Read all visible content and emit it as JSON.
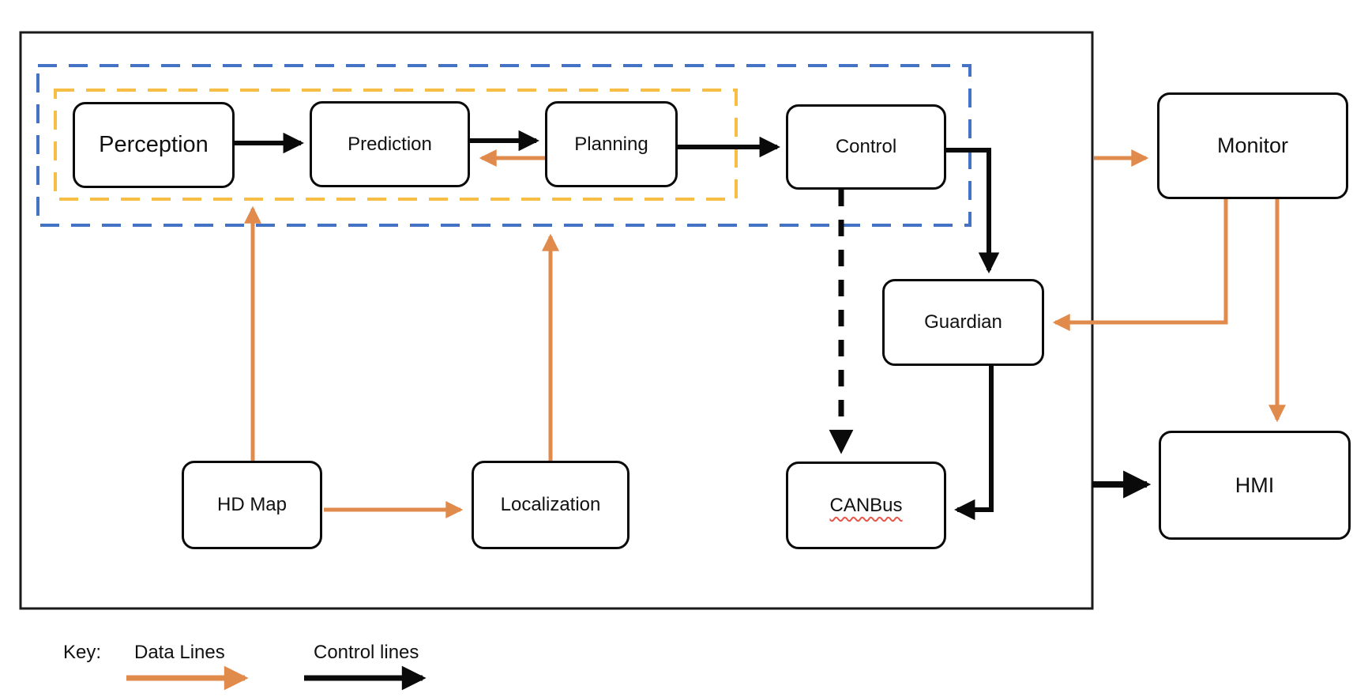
{
  "diagram_type": "architecture-flow-diagram",
  "colors": {
    "data_line": "#E08A4C",
    "control_line": "#0a0a0a",
    "blue_boundary": "#4472C4",
    "yellow_boundary": "#F7BE45",
    "box_border": "#0a0a0a",
    "spellcheck_underline": "#E8564A",
    "background": "#ffffff"
  },
  "nodes": {
    "perception": {
      "label": "Perception"
    },
    "prediction": {
      "label": "Prediction"
    },
    "planning": {
      "label": "Planning"
    },
    "control": {
      "label": "Control"
    },
    "guardian": {
      "label": "Guardian"
    },
    "canbus": {
      "label": "CANBus"
    },
    "hdmap": {
      "label": "HD Map"
    },
    "localization": {
      "label": "Localization"
    },
    "monitor": {
      "label": "Monitor"
    },
    "hmi": {
      "label": "HMI"
    }
  },
  "boundaries": {
    "outer_system_box": "solid black rectangle",
    "blue_dashed_group": "Perception, Prediction, Planning, Control",
    "yellow_dashed_group": "Perception, Prediction, Planning"
  },
  "edges": [
    {
      "from": "Perception",
      "to": "Prediction",
      "type": "control"
    },
    {
      "from": "Prediction",
      "to": "Planning",
      "type": "control"
    },
    {
      "from": "Planning",
      "to": "Prediction",
      "type": "data"
    },
    {
      "from": "Planning",
      "to": "Control",
      "type": "control"
    },
    {
      "from": "Control",
      "to": "Guardian",
      "type": "control"
    },
    {
      "from": "Control",
      "to": "CANBus",
      "type": "control",
      "style": "dashed"
    },
    {
      "from": "Guardian",
      "to": "CANBus",
      "type": "control"
    },
    {
      "from": "HD Map",
      "to": "module pipeline (yellow boundary)",
      "type": "data"
    },
    {
      "from": "HD Map",
      "to": "Localization",
      "type": "data"
    },
    {
      "from": "Localization",
      "to": "module pipeline (blue boundary)",
      "type": "data"
    },
    {
      "from": "system outer box",
      "to": "Monitor",
      "type": "data"
    },
    {
      "from": "Monitor",
      "to": "Guardian",
      "type": "data"
    },
    {
      "from": "Monitor",
      "to": "HMI",
      "type": "data"
    },
    {
      "from": "system outer box",
      "to": "HMI",
      "type": "control"
    }
  ],
  "key": {
    "label": "Key:",
    "data_lines_label": "Data Lines",
    "control_lines_label": "Control lines"
  }
}
